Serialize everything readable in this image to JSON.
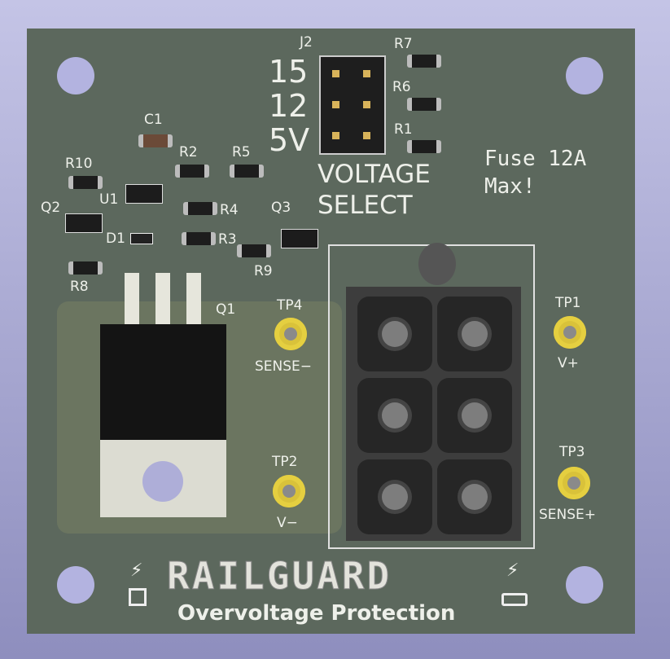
{
  "board": {
    "header_ref": "J2",
    "jumper_labels": [
      "15",
      "12",
      "5V"
    ],
    "header_title": [
      "VOLTAGE",
      "SELECT"
    ],
    "fuse_note": [
      "Fuse 12A",
      "Max!"
    ],
    "refs": {
      "C1": "C1",
      "R1": "R1",
      "R2": "R2",
      "R3": "R3",
      "R4": "R4",
      "R5": "R5",
      "R6": "R6",
      "R7": "R7",
      "R8": "R8",
      "R9": "R9",
      "R10": "R10",
      "U1": "U1",
      "Q1": "Q1",
      "Q2": "Q2",
      "Q3": "Q3",
      "D1": "D1"
    },
    "test_points": [
      {
        "ref": "TP4",
        "label": "SENSE−"
      },
      {
        "ref": "TP2",
        "label": "V−"
      },
      {
        "ref": "TP1",
        "label": "V+"
      },
      {
        "ref": "TP3",
        "label": "SENSE+"
      }
    ],
    "logo": {
      "title": "RAILGUARD",
      "subtitle": "Overvoltage Protection"
    }
  },
  "colors": {
    "board": "#5c685d",
    "silkscreen": "#eef0ea",
    "gold": "#d9c23a",
    "background": "#a9a9d6"
  }
}
